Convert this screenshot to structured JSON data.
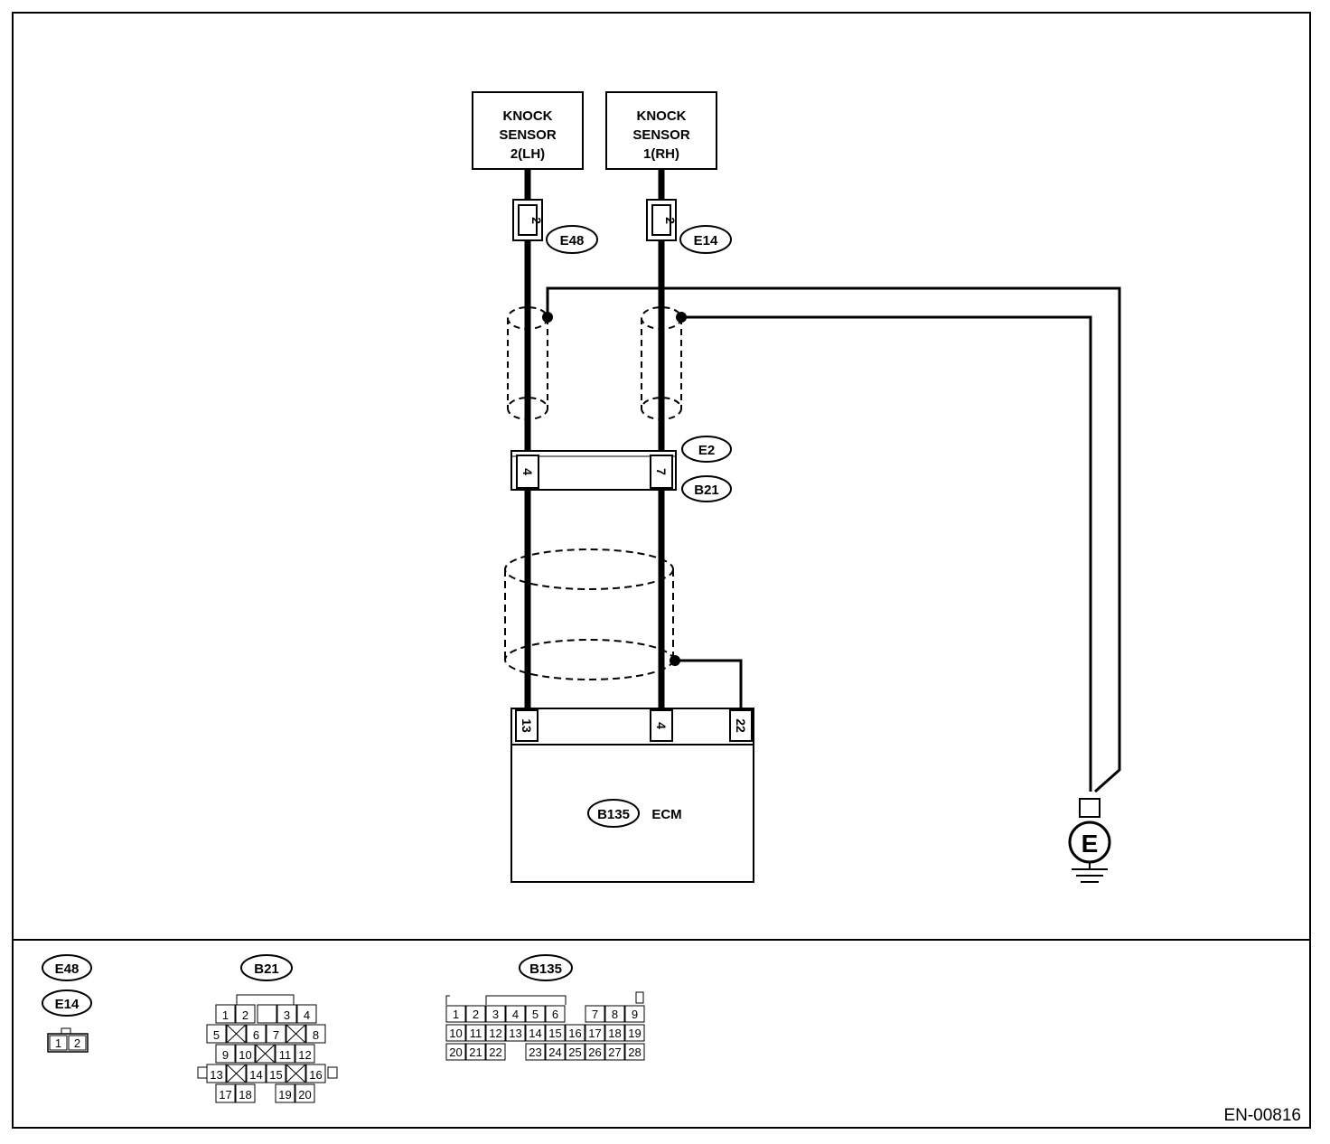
{
  "sensors": {
    "lh": {
      "line1": "KNOCK",
      "line2": "SENSOR",
      "line3": "2(LH)",
      "pin": "2",
      "connector": "E48"
    },
    "rh": {
      "line1": "KNOCK",
      "line2": "SENSOR",
      "line3": "1(RH)",
      "pin": "2",
      "connector": "E14"
    }
  },
  "joint": {
    "connector_top": "E2",
    "connector_bottom": "B21",
    "pin_left": "4",
    "pin_right": "7"
  },
  "ecm": {
    "connector": "B135",
    "label": "ECM",
    "pin_left": "13",
    "pin_mid": "4",
    "pin_right": "22"
  },
  "ground": {
    "symbol": "E"
  },
  "legend": {
    "e48": "E48",
    "e14": "E14",
    "small_pins": [
      "1",
      "2"
    ],
    "b21": {
      "label": "B21",
      "rows": [
        [
          "1",
          "2",
          "",
          "3",
          "4"
        ],
        [
          "5",
          "X",
          "6",
          "7",
          "X",
          "8"
        ],
        [
          "9",
          "10",
          "X",
          "11",
          "12"
        ],
        [
          "13",
          "X",
          "14",
          "15",
          "X",
          "16"
        ],
        [
          "17",
          "18",
          "19",
          "20"
        ]
      ]
    },
    "b135": {
      "label": "B135",
      "rows": [
        [
          "1",
          "2",
          "3",
          "4",
          "5",
          "6",
          "7",
          "8",
          "9"
        ],
        [
          "10",
          "11",
          "12",
          "13",
          "14",
          "15",
          "16",
          "17",
          "18",
          "19"
        ],
        [
          "20",
          "21",
          "22",
          "23",
          "24",
          "25",
          "26",
          "27",
          "28"
        ]
      ]
    }
  },
  "code": "EN-00816"
}
